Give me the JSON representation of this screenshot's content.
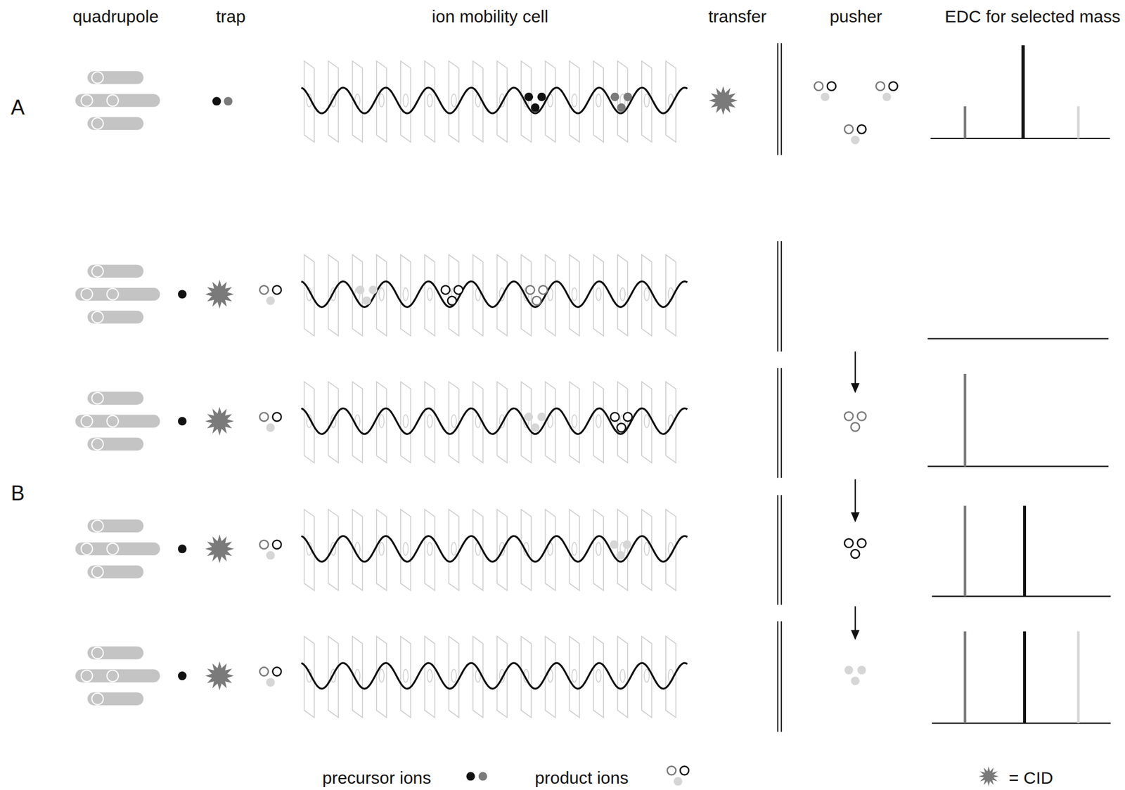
{
  "diagram": {
    "labels": [
      "quadrupole",
      "trap",
      "ion mobility cell",
      "transfer",
      "pusher",
      "EDC for selected mass",
      "A",
      "B"
    ],
    "legend": [
      {
        "text": "precursor ions"
      },
      {
        "text": "product ions"
      },
      {
        "text": "= CID"
      }
    ]
  }
}
